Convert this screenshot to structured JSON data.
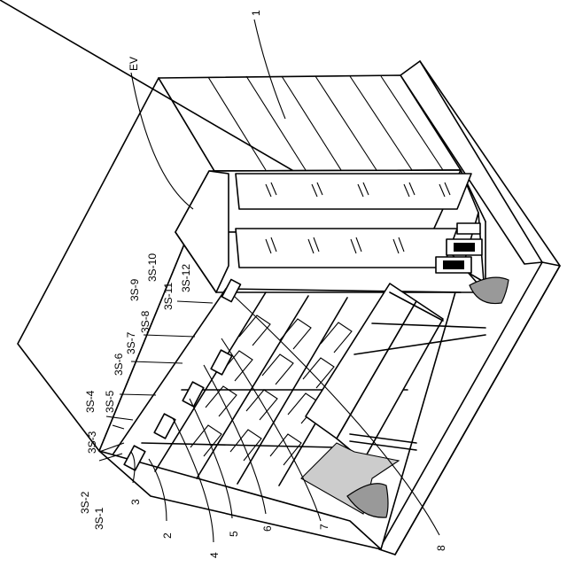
{
  "labels": {
    "ev": "EV",
    "n1": "1",
    "n2": "2",
    "n3": "3",
    "n4": "4",
    "n5": "5",
    "n6": "6",
    "n7": "7",
    "n8": "8",
    "s1": "3S-1",
    "s2": "3S-2",
    "s3": "3S-3",
    "s4": "3S-4",
    "s5": "3S-5",
    "s6": "3S-6",
    "s7": "3S-7",
    "s8": "3S-8",
    "s9": "3S-9",
    "s10": "3S-10",
    "s11": "3S-11",
    "s12": "3S-12"
  },
  "colors": {
    "line": "#000000",
    "shadow": "#cccccc",
    "shadow_dark": "#999999",
    "background": "#ffffff"
  }
}
